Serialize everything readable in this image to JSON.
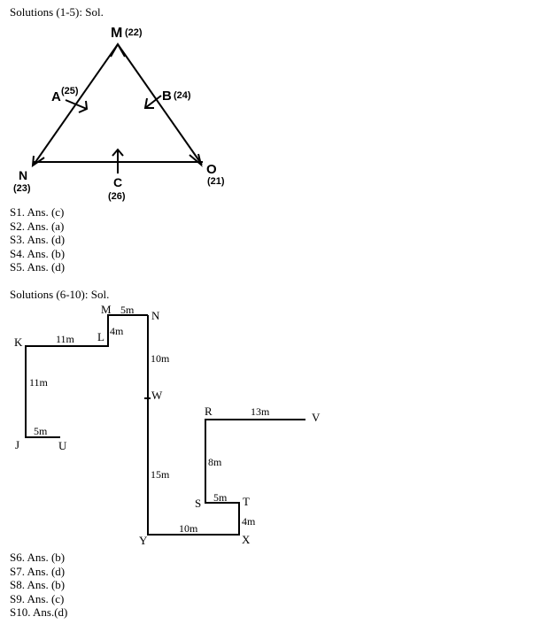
{
  "section1": {
    "heading": "Solutions (1-5): Sol.",
    "diagram": {
      "M": "M",
      "M_val": "(22)",
      "A": "A",
      "A_val": "(25)",
      "B": "B",
      "B_val": "(24)",
      "N": "N",
      "N_val": "(23)",
      "C": "C",
      "C_val": "(26)",
      "O": "O",
      "O_val": "(21)"
    },
    "answers": [
      "S1. Ans. (c)",
      "S2. Ans. (a)",
      "S3. Ans. (d)",
      "S4. Ans. (b)",
      "S5. Ans. (d)"
    ]
  },
  "section2": {
    "heading": "Solutions (6-10): Sol.",
    "diagram": {
      "points": {
        "M": "M",
        "N": "N",
        "K": "K",
        "L": "L",
        "J": "J",
        "U": "U",
        "W": "W",
        "R": "R",
        "V": "V",
        "S": "S",
        "T": "T",
        "Y": "Y",
        "X": "X"
      },
      "distances": {
        "MN": "5m",
        "LM": "4m",
        "KL": "11m",
        "NW": "10m",
        "KJ": "11m",
        "JU": "5m",
        "RV": "13m",
        "RS": "8m",
        "WY": "15m",
        "ST": "5m",
        "TX": "4m",
        "YX": "10m"
      }
    },
    "answers": [
      "S6. Ans. (b)",
      "S7. Ans. (d)",
      "S8. Ans. (b)",
      "S9. Ans. (c)",
      "S10. Ans.(d)"
    ]
  }
}
